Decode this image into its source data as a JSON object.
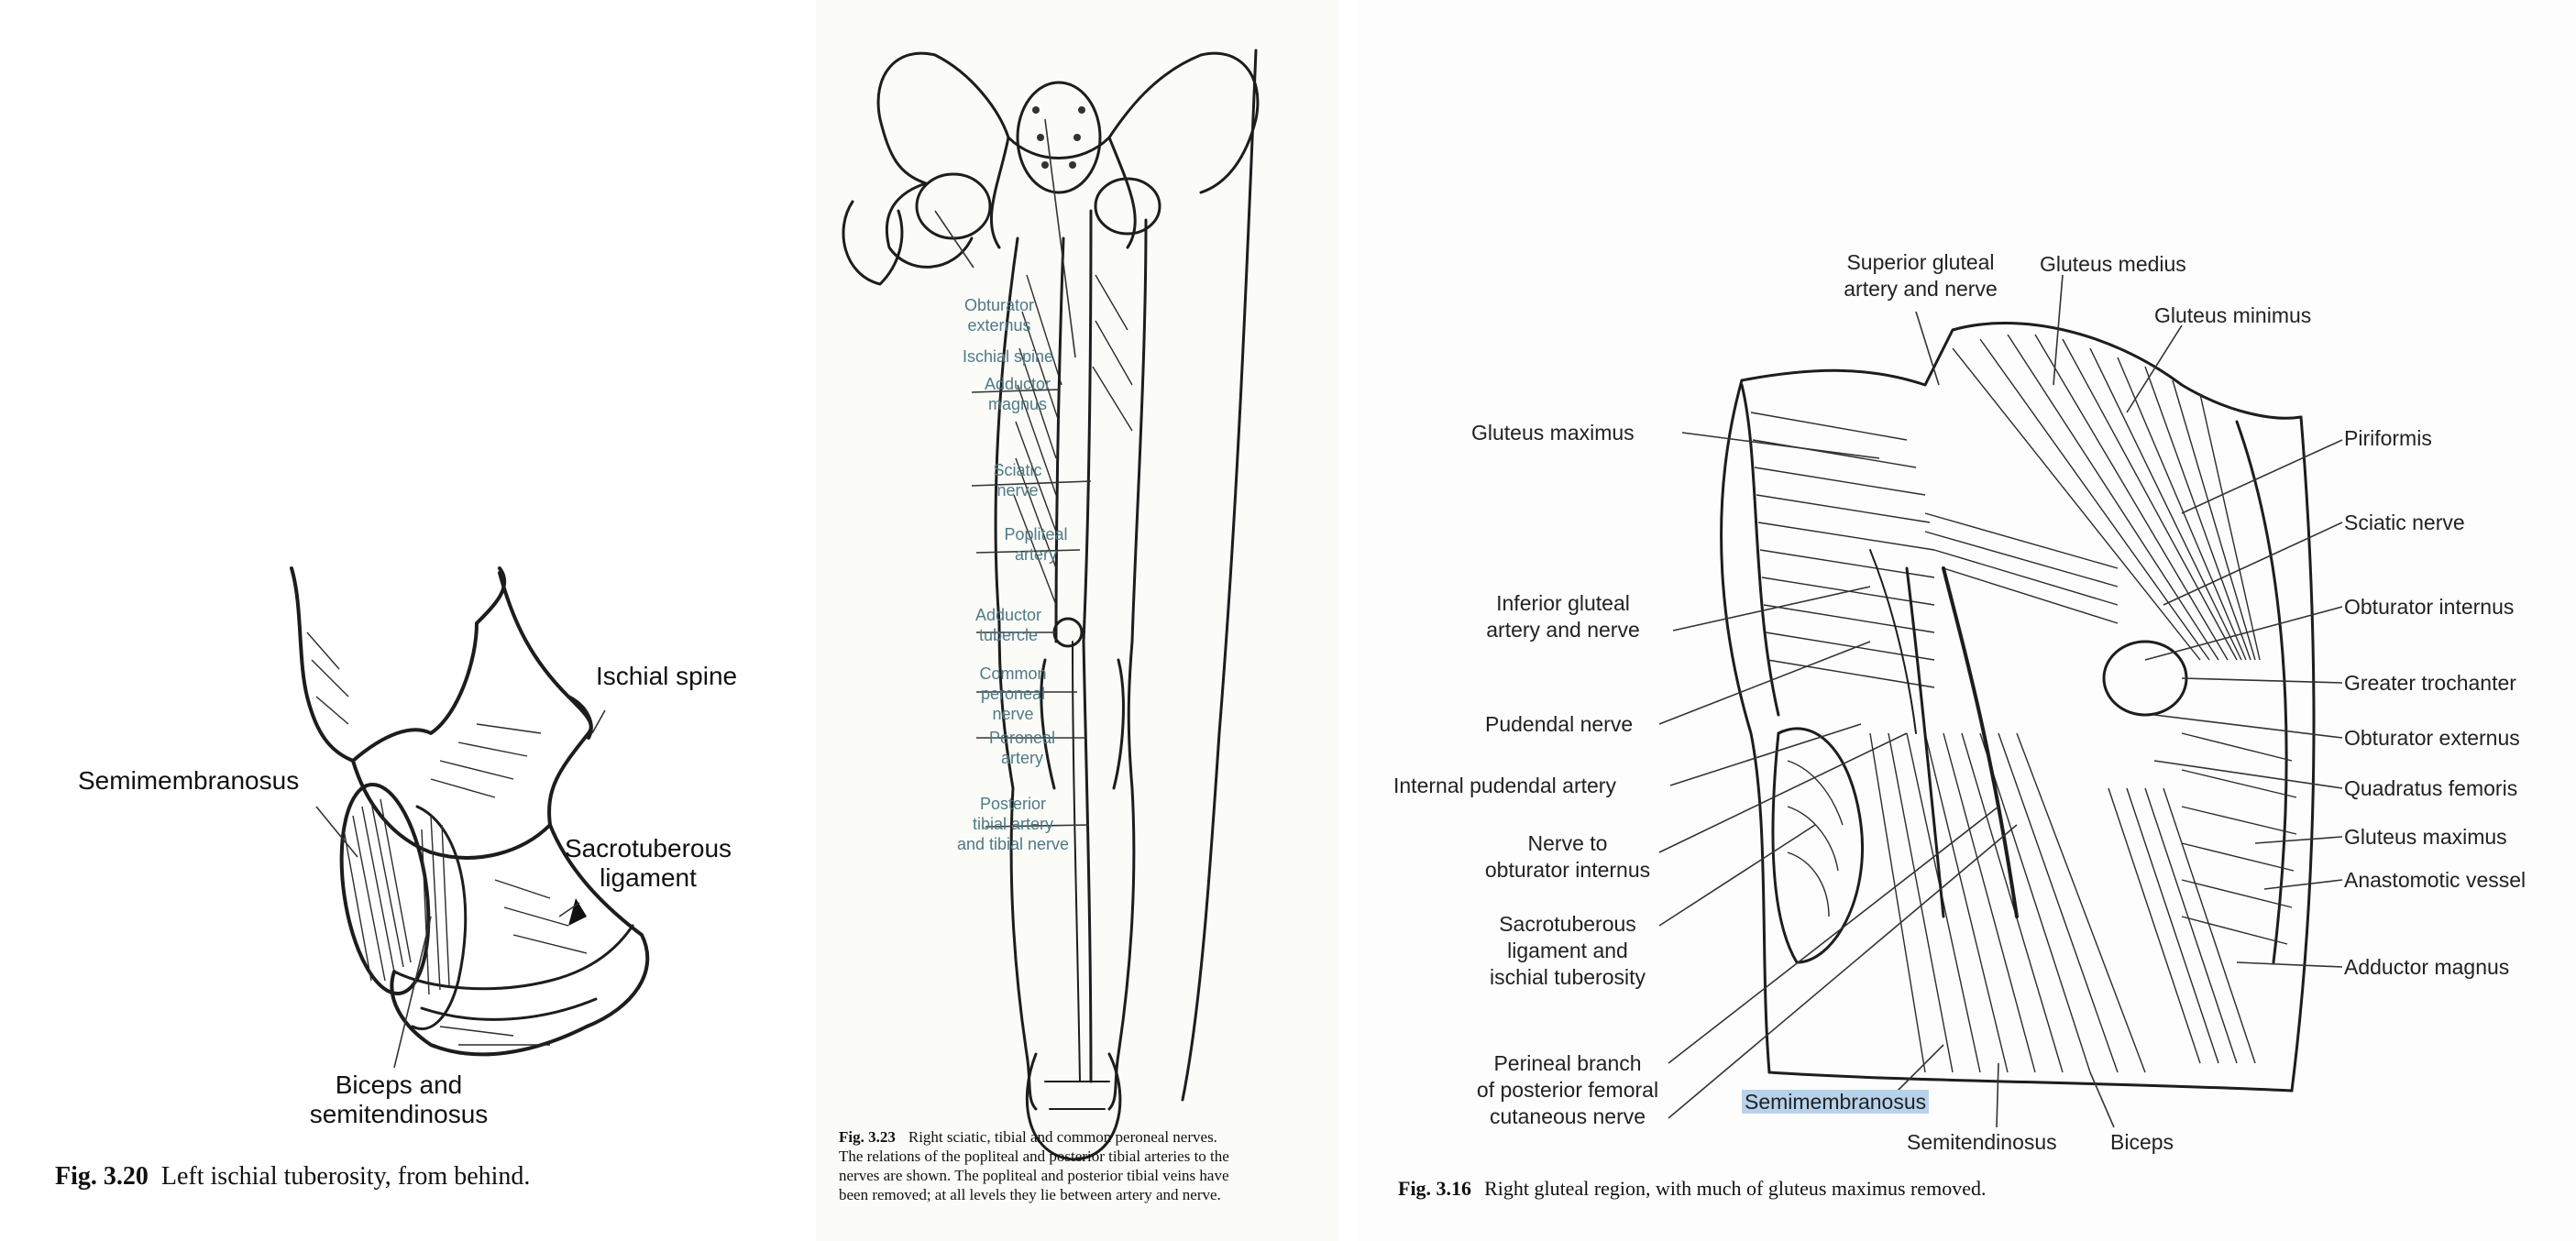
{
  "figures": [
    {
      "id": "fig-3-20",
      "caption_number": "Fig. 3.20",
      "caption_text": "Left ischial tuberosity, from behind.",
      "labels": {
        "ischial_spine": "Ischial spine",
        "semimembranosus": "Semimembranosus",
        "sacrotuberous_1": "Sacrotuberous",
        "sacrotuberous_2": "ligament",
        "biceps_1": "Biceps and",
        "biceps_2": "semitendinosus"
      }
    },
    {
      "id": "fig-3-23",
      "caption_number": "Fig. 3.23",
      "caption_line1": "Right sciatic, tibial and common peroneal nerves.",
      "caption_line2": "The relations of the popliteal and posterior tibial arteries to the",
      "caption_line3": "nerves are shown. The popliteal and posterior tibial veins have",
      "caption_line4": "been removed; at all levels they lie between artery and nerve.",
      "labels": {
        "obturator_1": "Obturator",
        "obturator_2": "externus",
        "ischial_spine": "Ischial spine",
        "adductor_1": "Adductor",
        "adductor_2": "magnus",
        "sciatic_1": "Sciatic",
        "sciatic_2": "nerve",
        "popliteal_1": "Popliteal",
        "popliteal_2": "artery",
        "tubercle_1": "Adductor",
        "tubercle_2": "tubercle",
        "common_1": "Common",
        "common_2": "peroneal",
        "common_3": "nerve",
        "peroneal_1": "Peroneal",
        "peroneal_2": "artery",
        "tibial_1": "Posterior",
        "tibial_2": "tibial artery",
        "tibial_3": "and tibial nerve"
      }
    },
    {
      "id": "fig-3-16",
      "caption_number": "Fig. 3.16",
      "caption_text": "Right gluteal region, with much of gluteus maximus removed.",
      "labels": {
        "sup_gluteal_1": "Superior gluteal",
        "sup_gluteal_2": "artery and nerve",
        "gluteus_medius": "Gluteus medius",
        "gluteus_minimus": "Gluteus minimus",
        "gluteus_maximus_l": "Gluteus maximus",
        "piriformis": "Piriformis",
        "sciatic_nerve": "Sciatic nerve",
        "inf_gluteal_1": "Inferior gluteal",
        "inf_gluteal_2": "artery and nerve",
        "obturator_internus": "Obturator internus",
        "greater_trochanter": "Greater trochanter",
        "pudendal_nerve": "Pudendal nerve",
        "obturator_externus": "Obturator externus",
        "internal_pudendal": "Internal pudendal artery",
        "quadratus_femoris": "Quadratus femoris",
        "nerve_to_1": "Nerve to",
        "nerve_to_2": "obturator internus",
        "gluteus_maximus_r": "Gluteus maximus",
        "anastomotic": "Anastomotic vessel",
        "sacro_1": "Sacrotuberous",
        "sacro_2": "ligament and",
        "sacro_3": "ischial tuberosity",
        "adductor_magnus": "Adductor magnus",
        "perineal_1": "Perineal branch",
        "perineal_2": "of posterior femoral",
        "perineal_3": "cutaneous nerve",
        "semimembranosus": "Semimembranosus",
        "semitendinosus": "Semitendinosus",
        "biceps": "Biceps"
      }
    }
  ]
}
